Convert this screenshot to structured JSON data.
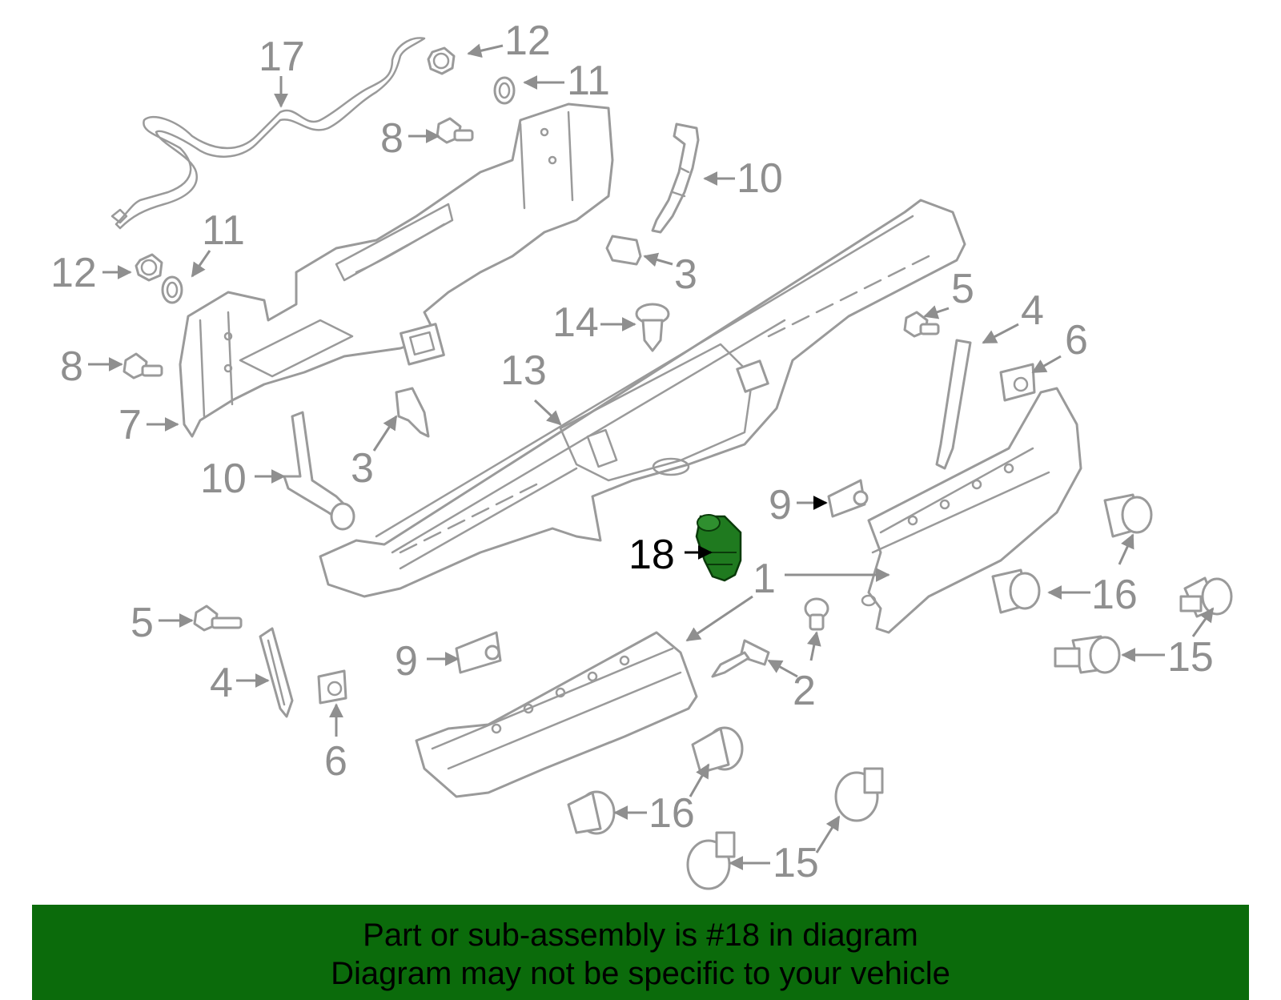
{
  "callouts": [
    {
      "id": "c17a",
      "text": "17"
    },
    {
      "id": "c12a",
      "text": "12"
    },
    {
      "id": "c11a",
      "text": "11"
    },
    {
      "id": "c8a",
      "text": "8"
    },
    {
      "id": "c10a",
      "text": "10"
    },
    {
      "id": "c3a",
      "text": "3"
    },
    {
      "id": "c11b",
      "text": "11"
    },
    {
      "id": "c12b",
      "text": "12"
    },
    {
      "id": "c5a",
      "text": "5"
    },
    {
      "id": "c4a",
      "text": "4"
    },
    {
      "id": "c14",
      "text": "14"
    },
    {
      "id": "c6a",
      "text": "6"
    },
    {
      "id": "c8b",
      "text": "8"
    },
    {
      "id": "c13",
      "text": "13"
    },
    {
      "id": "c7",
      "text": "7"
    },
    {
      "id": "c3b",
      "text": "3"
    },
    {
      "id": "c10b",
      "text": "10"
    },
    {
      "id": "c9a",
      "text": "9"
    },
    {
      "id": "c18",
      "text": "18"
    },
    {
      "id": "c1",
      "text": "1"
    },
    {
      "id": "c16a",
      "text": "16"
    },
    {
      "id": "c15a",
      "text": "15"
    },
    {
      "id": "c5b",
      "text": "5"
    },
    {
      "id": "c9b",
      "text": "9"
    },
    {
      "id": "c4b",
      "text": "4"
    },
    {
      "id": "c2",
      "text": "2"
    },
    {
      "id": "c6b",
      "text": "6"
    },
    {
      "id": "c16b",
      "text": "16"
    },
    {
      "id": "c15b",
      "text": "15"
    }
  ],
  "highlighted_part": "18",
  "colors": {
    "highlight_part": "#1f7a1f",
    "banner_background": "#0b6b0b",
    "outline": "#9a9a9a",
    "label": "#8f8f8f"
  },
  "banner": {
    "line1": "Part or sub-assembly is #18 in diagram",
    "line2": "Diagram may not be specific to your vehicle"
  }
}
